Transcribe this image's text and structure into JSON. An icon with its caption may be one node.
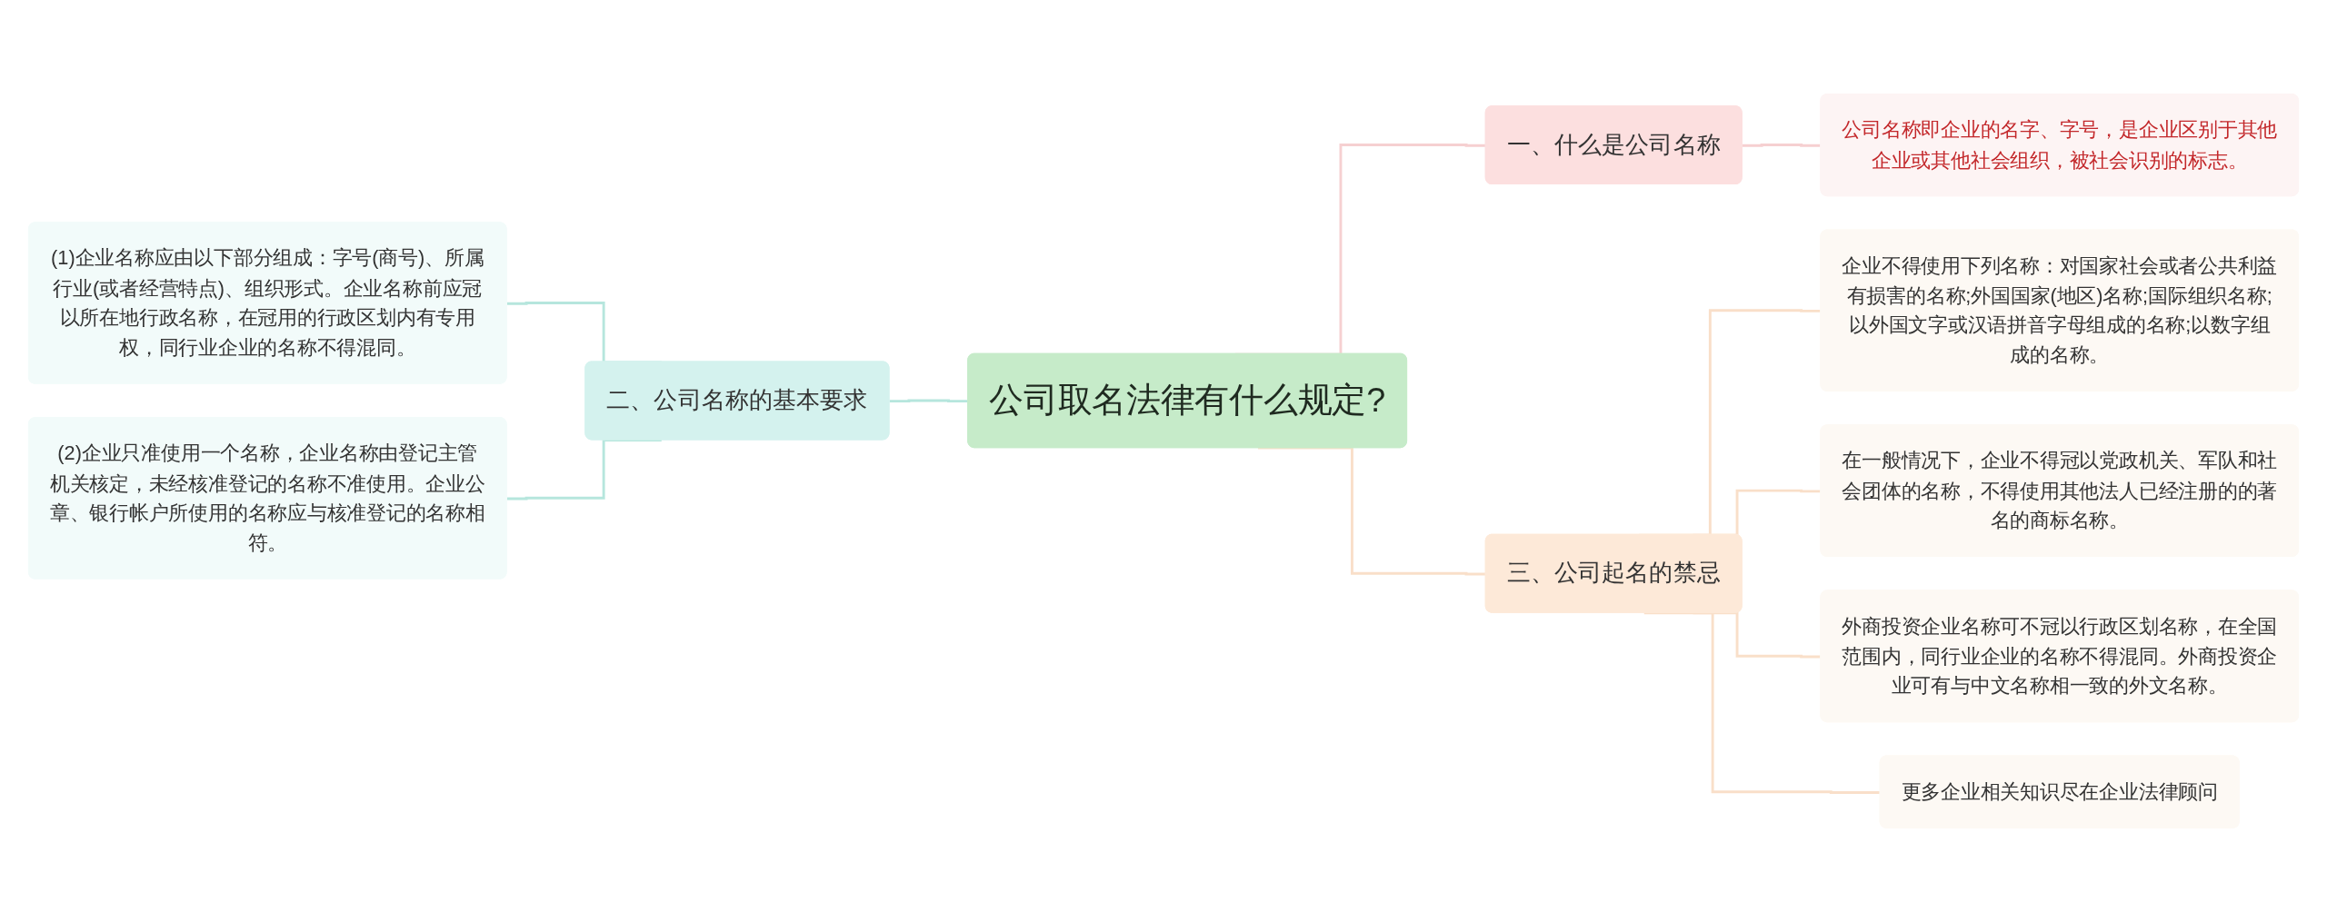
{
  "diagram": {
    "nodes": [
      {
        "text": [
          "公司取名法律有什么规定?"
        ]
      },
      {
        "text": [
          "一、什么是公司名称"
        ]
      },
      {
        "text": [
          "公司名称即企业的名字、字号，是企业区别于其他企业或其他社会组织，被社会识别的标志。"
        ]
      },
      {
        "text": [
          "二、公司名称的基本要求"
        ]
      },
      {
        "text": [
          "(1)企业名称应由以下部分组成：字号(商号)、所属行业(或者经营特点)、组织形式。企业名称前应冠以所在地行政名称，在冠用的行政区划内有专用权，同行业企业的名称不得混同。"
        ]
      },
      {
        "text": [
          "(2)企业只准使用一个名称，企业名称由登记主管机关核定，未经核准登记的名称不准使用。企业公章、银行帐户所使用的名称应与核准登记的名称相符。"
        ]
      },
      {
        "text": [
          "三、公司起名的禁忌"
        ]
      },
      {
        "text": [
          "企业不得使用下列名称：对国家社会或者公共利益有损害的名称;外国国家(地区)名称;国际组织名称;以外国文字或汉语拼音字母组成的名称;以数字组成的名称。"
        ]
      },
      {
        "text": [
          "在一般情况下，企业不得冠以党政机关、军队和社会团体的名称，不得使用其他法人已经注册的的著名的商标名称。"
        ]
      },
      {
        "text": [
          "外商投资企业名称可不冠以行政区划名称，在全国范围内，同行业企业的名称不得混同。外商投资企业可有与中文名称相一致的外文名称。"
        ]
      },
      {
        "text": [
          "更多企业相关知识尽在企业法律顾问"
        ]
      }
    ],
    "edges": [
      {
        "from": 0,
        "to": 1,
        "arrow": "none",
        "color": "#f6d0d1"
      },
      {
        "from": 1,
        "to": 2,
        "arrow": "none",
        "color": "#f6d0d1"
      },
      {
        "from": 3,
        "to": 0,
        "arrow": "none",
        "color": "#b6e6dd"
      },
      {
        "from": 4,
        "to": 3,
        "arrow": "none",
        "color": "#b6e6dd"
      },
      {
        "from": 5,
        "to": 3,
        "arrow": "none",
        "color": "#b6e6dd"
      },
      {
        "from": 0,
        "to": 6,
        "arrow": "none"
      },
      {
        "from": 6,
        "to": 7,
        "arrow": "none"
      },
      {
        "from": 6,
        "to": 8,
        "arrow": "none"
      },
      {
        "from": 6,
        "to": 9,
        "arrow": "none"
      },
      {
        "from": 6,
        "to": 10,
        "arrow": "none"
      }
    ]
  }
}
